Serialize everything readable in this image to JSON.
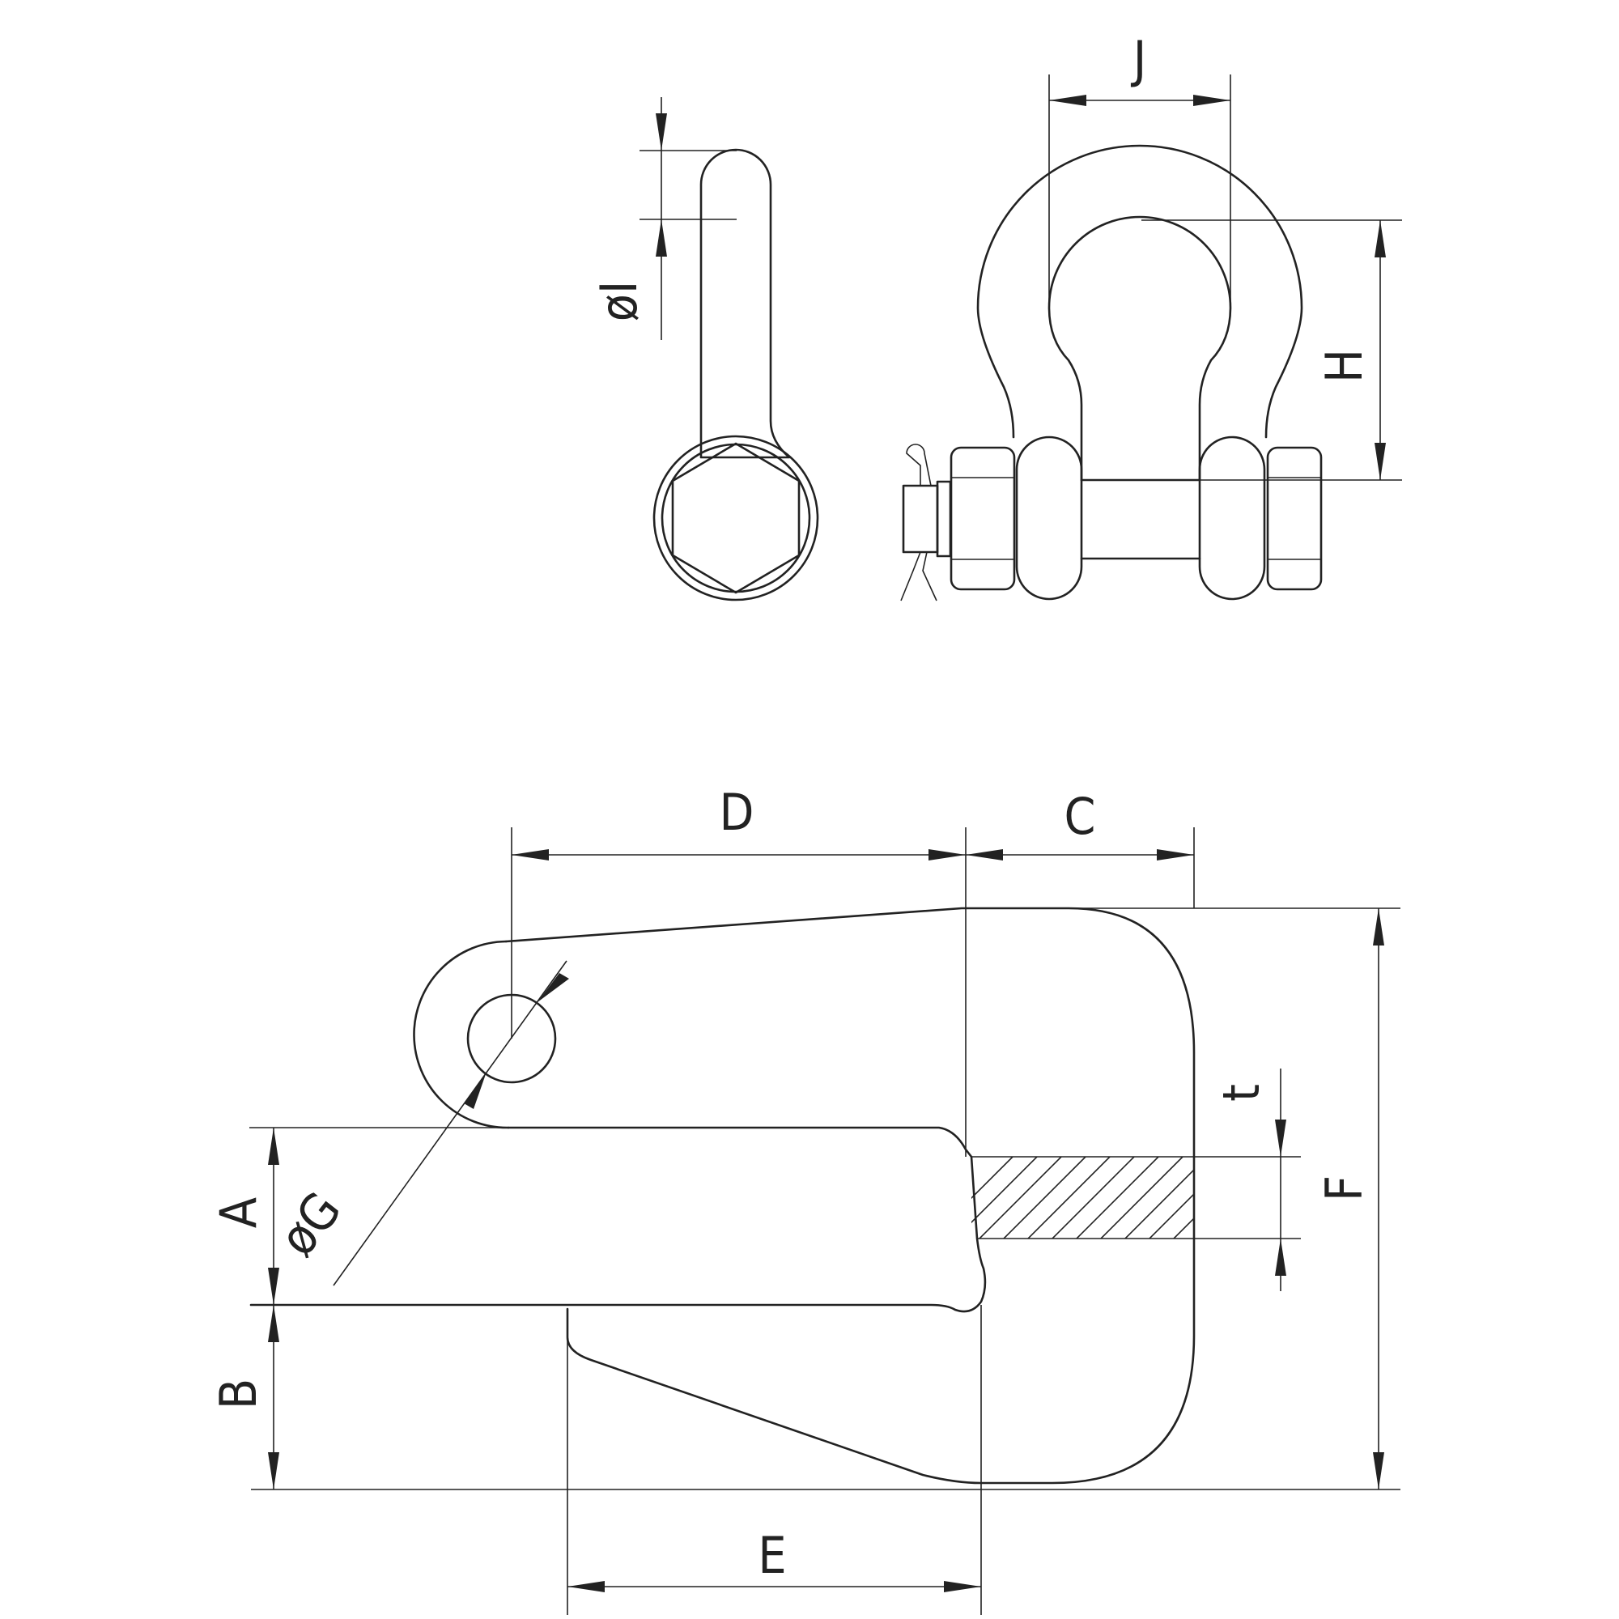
{
  "dimensions": {
    "A": "A",
    "B": "B",
    "C": "C",
    "D": "D",
    "E": "E",
    "F": "F",
    "G": "øG",
    "H": "H",
    "I": "øI",
    "J": "J",
    "t": "t"
  },
  "colors": {
    "line": "#222222",
    "background": "#ffffff"
  }
}
